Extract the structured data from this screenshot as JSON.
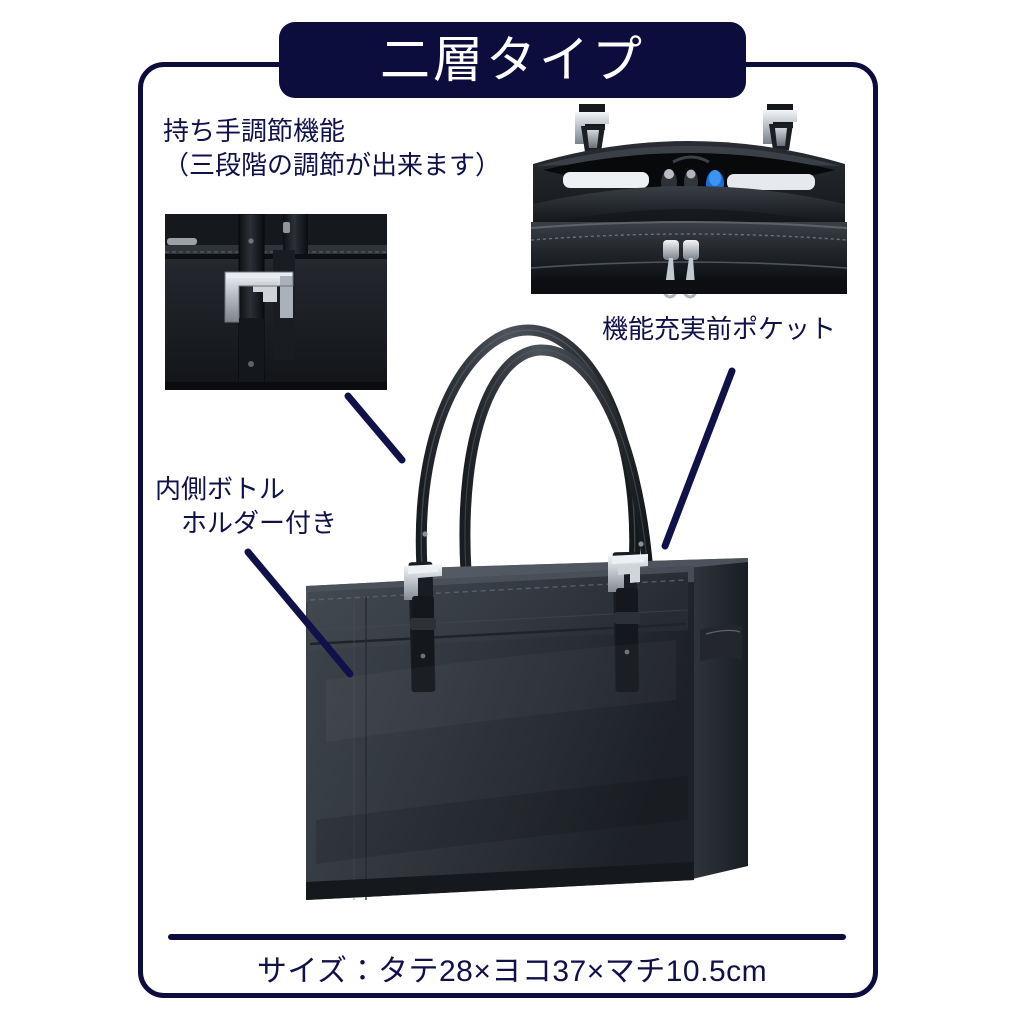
{
  "banner": {
    "title": "二層タイプ"
  },
  "callouts": [
    {
      "id": "handle-adjust",
      "line1": "持ち手調節機能",
      "line2": "（三段階の調節が出来ます）",
      "text": "持ち手調節機能\n（三段階の調節が出来ます）"
    },
    {
      "id": "front-pocket",
      "text": "機能充実前ポケット"
    },
    {
      "id": "bottle-holder",
      "line1": "内側ボトル",
      "line2": "　ホルダー付き",
      "text": "内側ボトル\n　ホルダー付き"
    }
  ],
  "footer": {
    "size_text": "サイズ：タテ28×ヨコ37×マチ10.5cm",
    "height_cm": "28",
    "width_cm": "37",
    "depth_cm": "10.5"
  },
  "photos": {
    "handle_inset_alt": "持ち手のベルトと銀色バックル",
    "pocket_inset_alt": "前ポケットの内部（ペン・カード差し・ファスナー）",
    "main_bag_alt": "黒いレザービジネストートバッグ"
  },
  "colors": {
    "navy": "#0d0d3d",
    "text_navy": "#11114a",
    "banner_text": "#ffffff",
    "background": "#ffffff",
    "leather_dark": "#2b2f36",
    "leather_mid": "#4a505a",
    "hardware_silver": "#c9cdd2"
  }
}
